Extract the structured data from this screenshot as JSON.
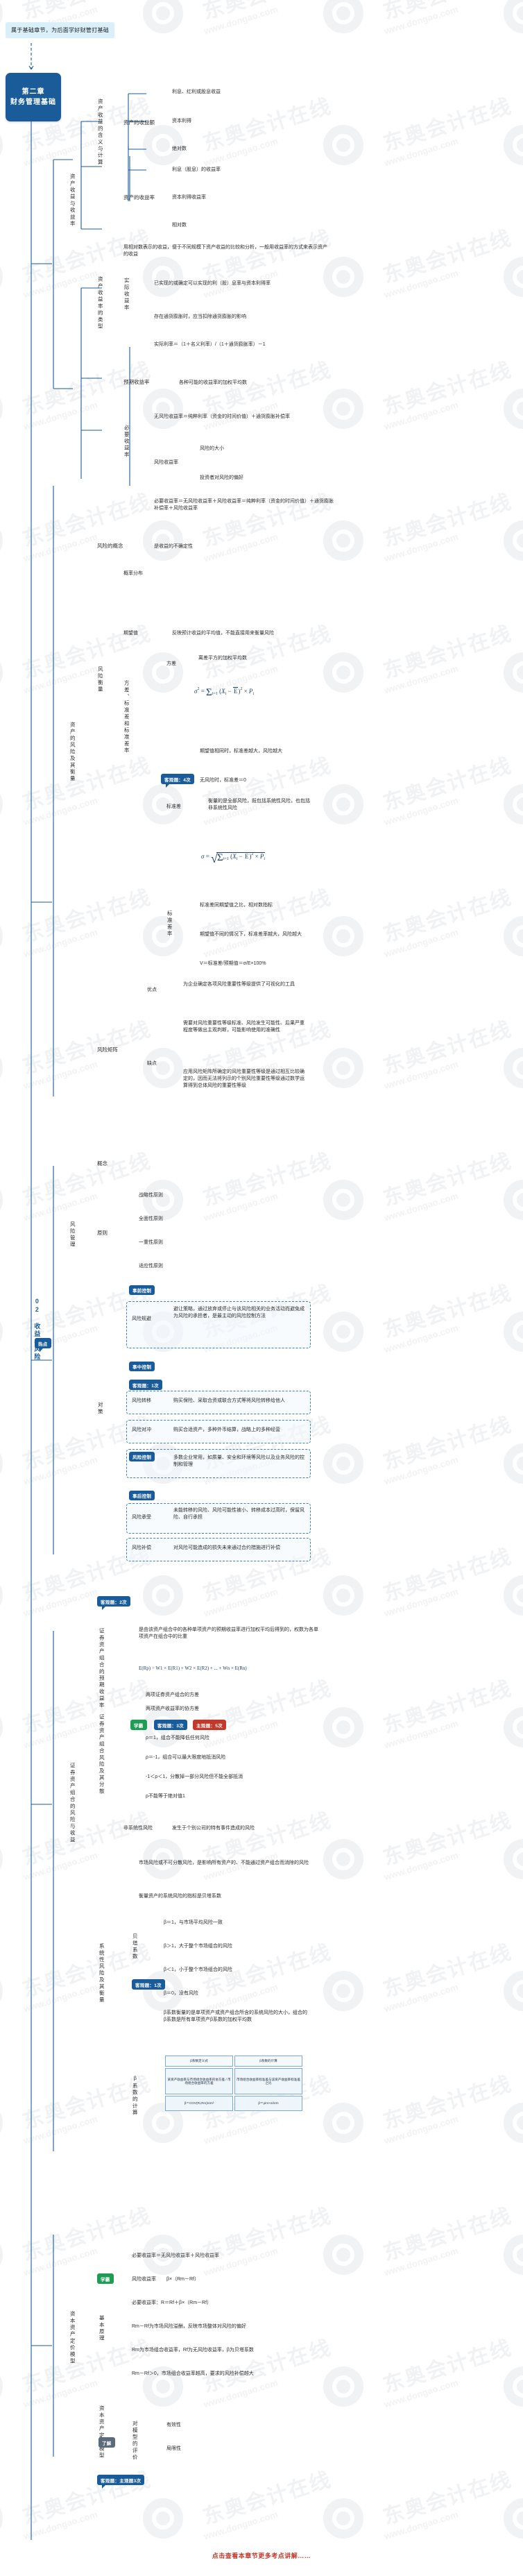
{
  "meta": {
    "intro_note": "属于基础章节，为后面学好财管打基础",
    "root_title_line1": "第二章",
    "root_title_line2": "财务管理基础",
    "chapter_label": "02 收益与风险",
    "footer": "点击查看本章节更多考点讲解……",
    "watermark_main": "东奥会计在线",
    "watermark_sub": "www.dongao.com",
    "accent": "#1a5c99",
    "intro_bg": "#d9effa",
    "footer_color": "#c0392b"
  },
  "branch1": {
    "title": "资产收益与收益率",
    "sub1": {
      "title": "资产收益的含义与计算",
      "g1": {
        "label": "资产的收益额",
        "items": [
          "利息、红利或股息收益",
          "资本利得",
          "绝对数"
        ]
      },
      "g2": {
        "label": "资产的收益率",
        "items": [
          "利息（股息）的收益率",
          "资本利得收益率",
          "相对数"
        ]
      },
      "note": "用相对数表示的收益，便于不同规模下资产收益的比较和分析，一般用收益率的方式来表示资产的收益"
    },
    "sub2": {
      "title": "资产收益率的类型",
      "g1": {
        "label": "实际收益率",
        "items": [
          "已实现的或确定可以实现的利（股）息率与资本利得率",
          "存在通货膨胀时，应当扣除通货膨胀的影响",
          "实际利率＝（1＋名义利率）/（1＋通货膨胀率）－1"
        ]
      },
      "g2": {
        "label": "预期收益率",
        "items": [
          "各种可能的收益率的加权平均数"
        ]
      },
      "g3": {
        "label": "必要收益率",
        "items": [
          "无风险收益率＝纯粹利率（资金的时间价值）＋通货膨胀补偿率",
          "风险收益率",
          "必要收益率＝无风险收益率＋风险收益率＝纯粹利率（资金的时间价值）＋通货膨胀补偿率＋风险收益率"
        ],
        "risk_children": [
          "风险的大小",
          "投资者对风险的偏好"
        ]
      }
    }
  },
  "branch2": {
    "title": "资产的风险及其衡量",
    "concept": {
      "label": "风险的概念",
      "value": "是收益的不确定性"
    },
    "measure": {
      "title": "风险衡量",
      "items": [
        {
          "label": "概率分布",
          "value": ""
        },
        {
          "label": "期望值",
          "value": "反映预计收益的平均值，不能直接用来衡量风险"
        }
      ],
      "variance": {
        "label": "方差",
        "items": [
          "离差平方的加权平均数"
        ],
        "formula": "σ² = Σ(Xi − Ē)² × Pi"
      },
      "vsd_label": "方差、标准差和标准差率",
      "badge_variance": "客观题：4次",
      "sd_pre_items": [
        "期望值相同时，标准差越大，风险越大",
        "无风险时，标准差＝0"
      ],
      "sd": {
        "label": "标准差",
        "items": [
          "衡量的是全部风险，既包括系统性风险，也包括非系统性风险"
        ],
        "formula": "σ = √Σ(Xi − Ē)² × Pi"
      },
      "sdr": {
        "label": "标准差率",
        "items": [
          "标准差同期望值之比，相对数指标",
          "期望值不同的情况下，标准差率越大，风险越大",
          "V＝标准差/预期值＝σ/E×100%"
        ]
      }
    },
    "matrix": {
      "label": "风险矩阵",
      "pros": {
        "label": "优点",
        "value": "为企业确定各项风险重要性等级提供了可视化的工具"
      },
      "cons": {
        "label": "缺点",
        "items": [
          "需要对风险重要性等级标准、风险发生可能性、后果严重程度等做出主观判断，可能影响使用的准确性",
          "应用风险矩阵所确定的风险重要性等级是通过相互比较确定的，因而无法将列示的个别风险重要性等级通过数学运算得到总体风险的重要性等级"
        ]
      }
    }
  },
  "branch3": {
    "title": "风险管理",
    "concept_label": "概念",
    "principles": {
      "label": "原则",
      "items": [
        "战略性原则",
        "全面性原则",
        "一重性原则",
        "适应性原则"
      ]
    },
    "badge_hot": "热点",
    "strategy": {
      "label": "对策",
      "badge_before": "事前控制",
      "avoid": {
        "label": "风险规避",
        "value": "避让策略，通过放弃或停止与该风险相关的业务活动而避免成为风险的承担者，是最主动的风险控制方法"
      },
      "badge_during": "事中控制",
      "badge_transfer": "客观题：1次",
      "transfer": {
        "label": "风险转移",
        "value": "购买保险、采取合资或联合方式等将风险转移给他人"
      },
      "counter": {
        "label": "风险对冲",
        "value": "购买合适资产，多种外币结算，战略上的多种经营"
      },
      "control": {
        "label": "风险控制",
        "value": "多数企业常用，如质量、安全和环境等风险以及业务风险的控制和管理"
      },
      "badge_after": "事后控制",
      "retain": {
        "label": "风险承受",
        "value": "未能转移的风险、风险可能性被小、转移成本过高时，保留风险、自行承担"
      },
      "compensate": {
        "label": "风险补偿",
        "value": "对风险可能造成的损失未来通过合约措施进行补偿"
      }
    }
  },
  "branch4": {
    "title": "证券资产组合的风险与收益",
    "badge_top": "客观题：2次",
    "portfolio_return": {
      "label": "证券资产组合的预期收益率",
      "value": "是由该资产组合中的各种单项资产的预期收益率进行加权平均后得到的，权数为各单项资产在组合中的比重"
    },
    "formula_return": "E(Rp) = W1 × E(R1) + W2 × E(R2) + ... + Wn × E(Rn)",
    "coefficient": {
      "label": "证券资产组合风险及其分散",
      "badge_learn": "学霸",
      "badge_obj": "客观题：3次",
      "badge_subj": "主观题：5次",
      "items": [
        "两项证券资产组合的方差",
        "两项资产收益率的协方差",
        "ρ＝1，组合不能降低任何风险",
        "ρ＝-1，组合可以最大限度地抵消风险",
        "-1＜ρ＜1，分散掉一部分风险但不能全部抵消",
        "ρ不能等于绝对值1"
      ]
    },
    "diversify": {
      "label": "非系统性风险",
      "value": "发生于个别公司的特有事件造成的风险"
    },
    "systematic": {
      "label": "系统性风险及其衡量",
      "items": [
        "市场风险或不可分散风险，是影响所有资产的、不能通过资产组合而消除的风险",
        "衡量资产的系统风险的指标是贝塔系数"
      ],
      "beta_label": "贝塔系数",
      "badge_beta": "客观题：1次",
      "beta_items": [
        "β＝1，与市场平均风险一致",
        "β＞1，大于整个市场组合的风险",
        "β＜1，小于整个市场组合的风险",
        "β＝0，没有风险"
      ],
      "portfolio_beta": "β系数衡量的是单项资产或资产组合所含的系统风险的大小，组合的β系数是所有单项资产β系数的加权平均数"
    },
    "capm_caption": "β系数的计算",
    "capm_table": {
      "rows": [
        [
          "β系数定义式",
          "β系数的计算"
        ],
        [
          "某资产收益率与市场组合收益率的协方差 / 市场组合收益率的方差",
          "市场组合收益率标准差与该资产收益率标准差之比"
        ],
        [
          "β＝COV(Ri,Rm)/σm²",
          "β＝ρim×σi/σm"
        ]
      ]
    }
  },
  "branch5": {
    "title": "资本资产定价模型",
    "badge_learn": "学霸",
    "items": [
      {
        "label": "必要收益率＝无风险收益率＋风险收益率"
      },
      {
        "label": "风险收益率",
        "value": "β×（Rm－Rf）"
      },
      {
        "label": "基本原理",
        "value": "必要收益率：R＝Rf＋β×（Rm－Rf）"
      },
      {
        "label": "",
        "value": "Rm－Rf为市场风险溢酬，反映市场整体对风险的偏好"
      },
      {
        "label": "",
        "value": "Rm为市场组合收益率，Rf为无风险收益率，β为贝塔系数"
      },
      {
        "label": "",
        "value": "Rm－Rf＞0，市场组合收益率越高，要求的风险补偿越大"
      }
    ],
    "model_label": "资本资产定价模型",
    "badge_know": "了解",
    "eval": {
      "label": "对模型的评价",
      "items": [
        "有效性",
        "局限性"
      ]
    },
    "badge_bottom": "客观题：主观题3次"
  }
}
